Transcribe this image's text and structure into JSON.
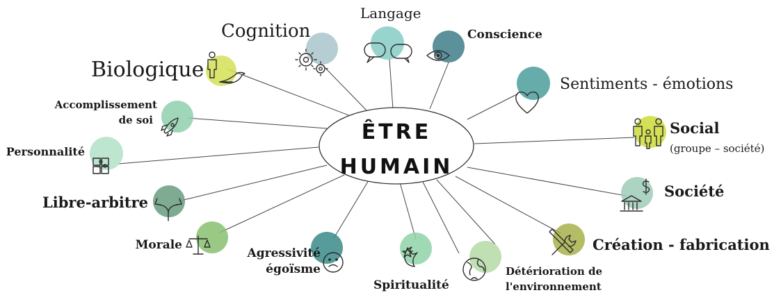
{
  "center": {
    "line1": "ÊTRE",
    "line2": "HUMAIN"
  },
  "nodes": {
    "biologique": {
      "label": "Biologique",
      "color": "#d4e157",
      "icon": "person-bird-icon"
    },
    "cognition": {
      "label": "Cognition",
      "color": "#a9c4cc",
      "icon": "gears-icon"
    },
    "langage": {
      "label": "Langage",
      "color": "#86cbc4",
      "icon": "speech-bubbles-icon"
    },
    "conscience": {
      "label": "Conscience",
      "color": "#3f7c8a",
      "icon": "eye-icon"
    },
    "sentiments": {
      "label": "Sentiments - émotions",
      "color": "#4a9e9b",
      "icon": "heart-icon"
    },
    "social": {
      "label": "Social",
      "sublabel": "(groupe – société)",
      "color": "#cddc39",
      "icon": "family-icon"
    },
    "societe": {
      "label": "Société",
      "color": "#9fcbb8",
      "icon": "bank-dollar-icon"
    },
    "creation": {
      "label": "Création - fabrication",
      "color": "#a7b04a",
      "icon": "tools-icon"
    },
    "deterioration": {
      "label": "Détérioration de",
      "label2": "l'environnement",
      "color": "#b5d9a4",
      "icon": "globe-icon"
    },
    "spiritualite": {
      "label": "Spiritualité",
      "color": "#8fd4a8",
      "icon": "moon-star-icon"
    },
    "agressivite": {
      "label": "Agressivité",
      "label2": "égoïsme",
      "color": "#3a8a8a",
      "icon": "sad-face-icon"
    },
    "morale": {
      "label": "Morale",
      "color": "#88c070",
      "icon": "scales-icon"
    },
    "libre_arbitre": {
      "label": "Libre-arbitre",
      "color": "#6a9c80",
      "icon": "diverging-arrows-icon"
    },
    "personnalite": {
      "label": "Personnalité",
      "color": "#b2e0c8",
      "icon": "puzzle-icon"
    },
    "accomplissement": {
      "label": "Accomplissement",
      "label2": "de soi",
      "color": "#8fcfae",
      "icon": "rocket-icon"
    }
  }
}
